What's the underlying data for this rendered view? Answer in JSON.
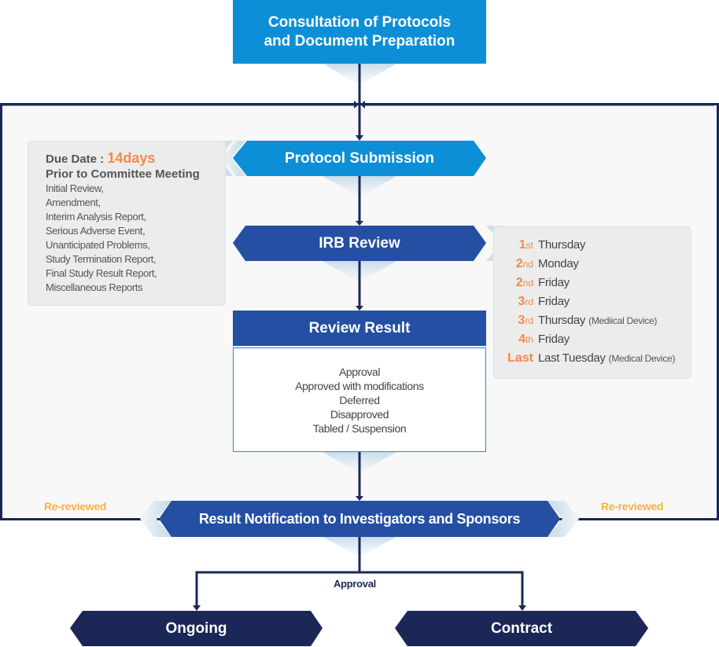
{
  "colors": {
    "top_box": "#0c8fd6",
    "submission": "#0c8fd6",
    "review": "#244fa3",
    "final": "#1b2756",
    "connector": "#1b2756",
    "accent_orange": "#f5894a",
    "rereview_yellow": "#f4b43b",
    "panel_bg": "#ececec"
  },
  "steps": {
    "consultation": {
      "line1": "Consultation of Protocols",
      "line2": "and Document Preparation"
    },
    "submission": "Protocol Submission",
    "irb_review": "IRB Review",
    "review_result": "Review Result",
    "notification": "Result Notification to Investigators and Sponsors",
    "ongoing": "Ongoing",
    "contract": "Contract"
  },
  "due_date": {
    "label": "Due Date : ",
    "value": "14days",
    "subtitle": "Prior to Committee Meeting",
    "types": [
      "Initial Review,",
      "Amendment,",
      "Interim Analysis Report,",
      "Serious Adverse Event,",
      "Unanticipated Problems,",
      "Study Termination Report,",
      "Final Study Result Report,",
      "Miscellaneous Reports"
    ]
  },
  "meetings": [
    {
      "num": "1",
      "suffix": "st",
      "day": "Thursday",
      "note": ""
    },
    {
      "num": "2",
      "suffix": "nd",
      "day": "Monday",
      "note": ""
    },
    {
      "num": "2",
      "suffix": "nd",
      "day": "Friday",
      "note": ""
    },
    {
      "num": "3",
      "suffix": "rd",
      "day": "Friday",
      "note": ""
    },
    {
      "num": "3",
      "suffix": "rd",
      "day": "Thursday",
      "note": "(Mediical Device)"
    },
    {
      "num": "4",
      "suffix": "th",
      "day": "Friday",
      "note": ""
    },
    {
      "num": "Last",
      "suffix": "",
      "day": "Last Tuesday",
      "note": "(Medical Device)"
    }
  ],
  "review_results": [
    "Approval",
    "Approved with modifications",
    "Deferred",
    "Disapproved",
    "Tabled / Suspension"
  ],
  "rereviewed_left": "Re-reviewed",
  "rereviewed_right": "Re-reviewed",
  "approval_label": "Approval"
}
